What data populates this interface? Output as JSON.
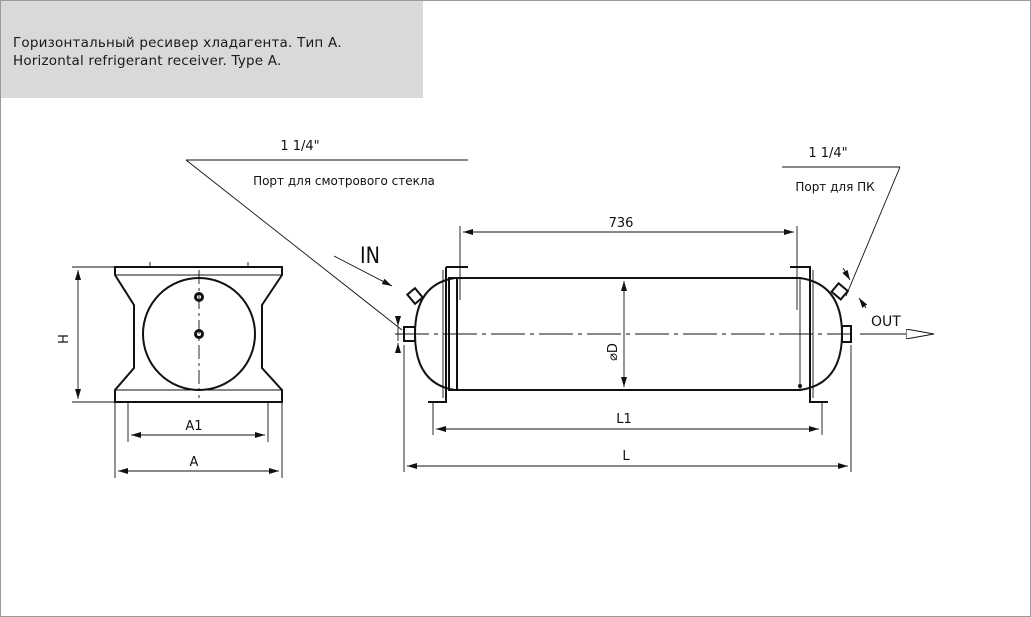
{
  "title": {
    "ru": "Горизонтальный ресивер хладагента. Тип А.",
    "en": "Horizontal refrigerant receiver. Type A."
  },
  "callouts": {
    "left_size": "1 1/4\"",
    "left_label": "Порт для смотрового стекла",
    "right_size": "1 1/4\"",
    "right_label": "Порт для ПК"
  },
  "flow": {
    "inlet": "IN",
    "outlet": "OUT"
  },
  "dimensions": {
    "length_between_supports": "736",
    "diameter": "⌀D",
    "height": "H",
    "a1": "A1",
    "a": "A",
    "l1": "L1",
    "l": "L"
  },
  "colors": {
    "line": "#111111",
    "title_bg": "#d9d9d9",
    "frame": "#9a9a9a"
  }
}
